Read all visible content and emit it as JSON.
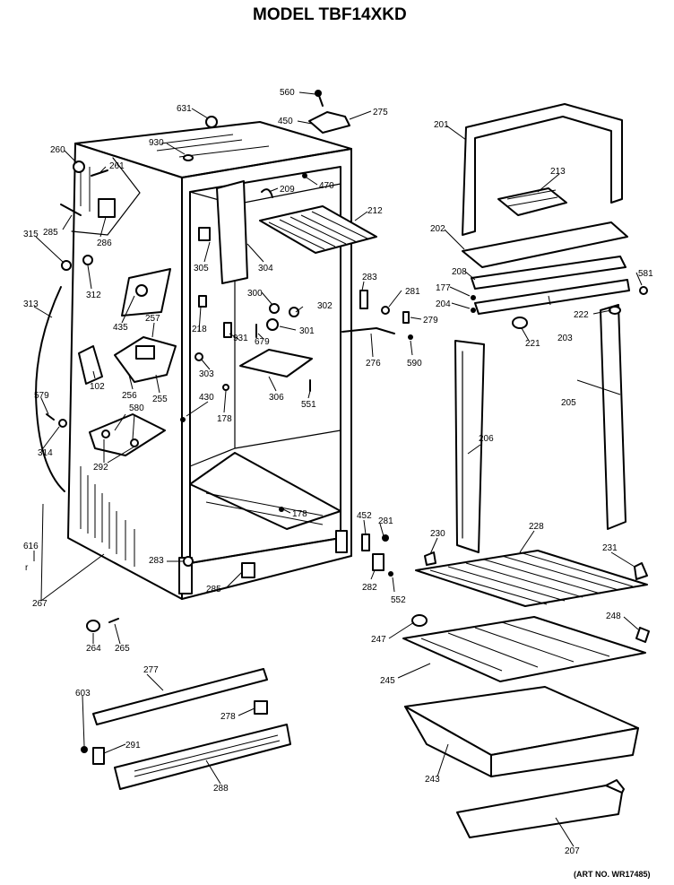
{
  "title": "MODEL TBF14XKD",
  "art_number": "(ART NO. WR17485)",
  "callouts": {
    "p560a": "560",
    "p631": "631",
    "p450": "450",
    "p275": "275",
    "p930": "930",
    "p260": "260",
    "p261": "261",
    "p209": "209",
    "p470": "470",
    "p201": "201",
    "p213": "213",
    "p285a": "285",
    "p286": "286",
    "p212": "212",
    "p315": "315",
    "p305": "305",
    "p304": "304",
    "p202": "202",
    "p312": "312",
    "p208": "208",
    "p581": "581",
    "p177": "177",
    "p204": "204",
    "p313": "313",
    "p435": "435",
    "p300": "300",
    "p283a": "283",
    "p281a": "281",
    "p222": "222",
    "p257": "257",
    "p218": "218",
    "p302": "302",
    "p279": "279",
    "p203": "203",
    "p221": "221",
    "p931": "931",
    "p679": "679",
    "p301": "301",
    "p276": "276",
    "p590": "590",
    "p303": "303",
    "p256": "256",
    "p255": "255",
    "p102": "102",
    "p306": "306",
    "p205": "205",
    "p579": "579",
    "p430": "430",
    "p551": "551",
    "p178a": "178",
    "p580": "580",
    "p206": "206",
    "p314": "314",
    "p292": "292",
    "p178b": "178",
    "p452": "452",
    "p281b": "281",
    "p230": "230",
    "p228": "228",
    "p616": "616",
    "p231": "231",
    "p283b": "283",
    "p285b": "285",
    "p282": "282",
    "p552": "552",
    "p267": "267",
    "p248": "248",
    "p264": "264",
    "p265": "265",
    "p247": "247",
    "p245": "245",
    "p277": "277",
    "p603": "603",
    "p278": "278",
    "p291": "291",
    "p243": "243",
    "p288": "288",
    "p207": "207"
  }
}
